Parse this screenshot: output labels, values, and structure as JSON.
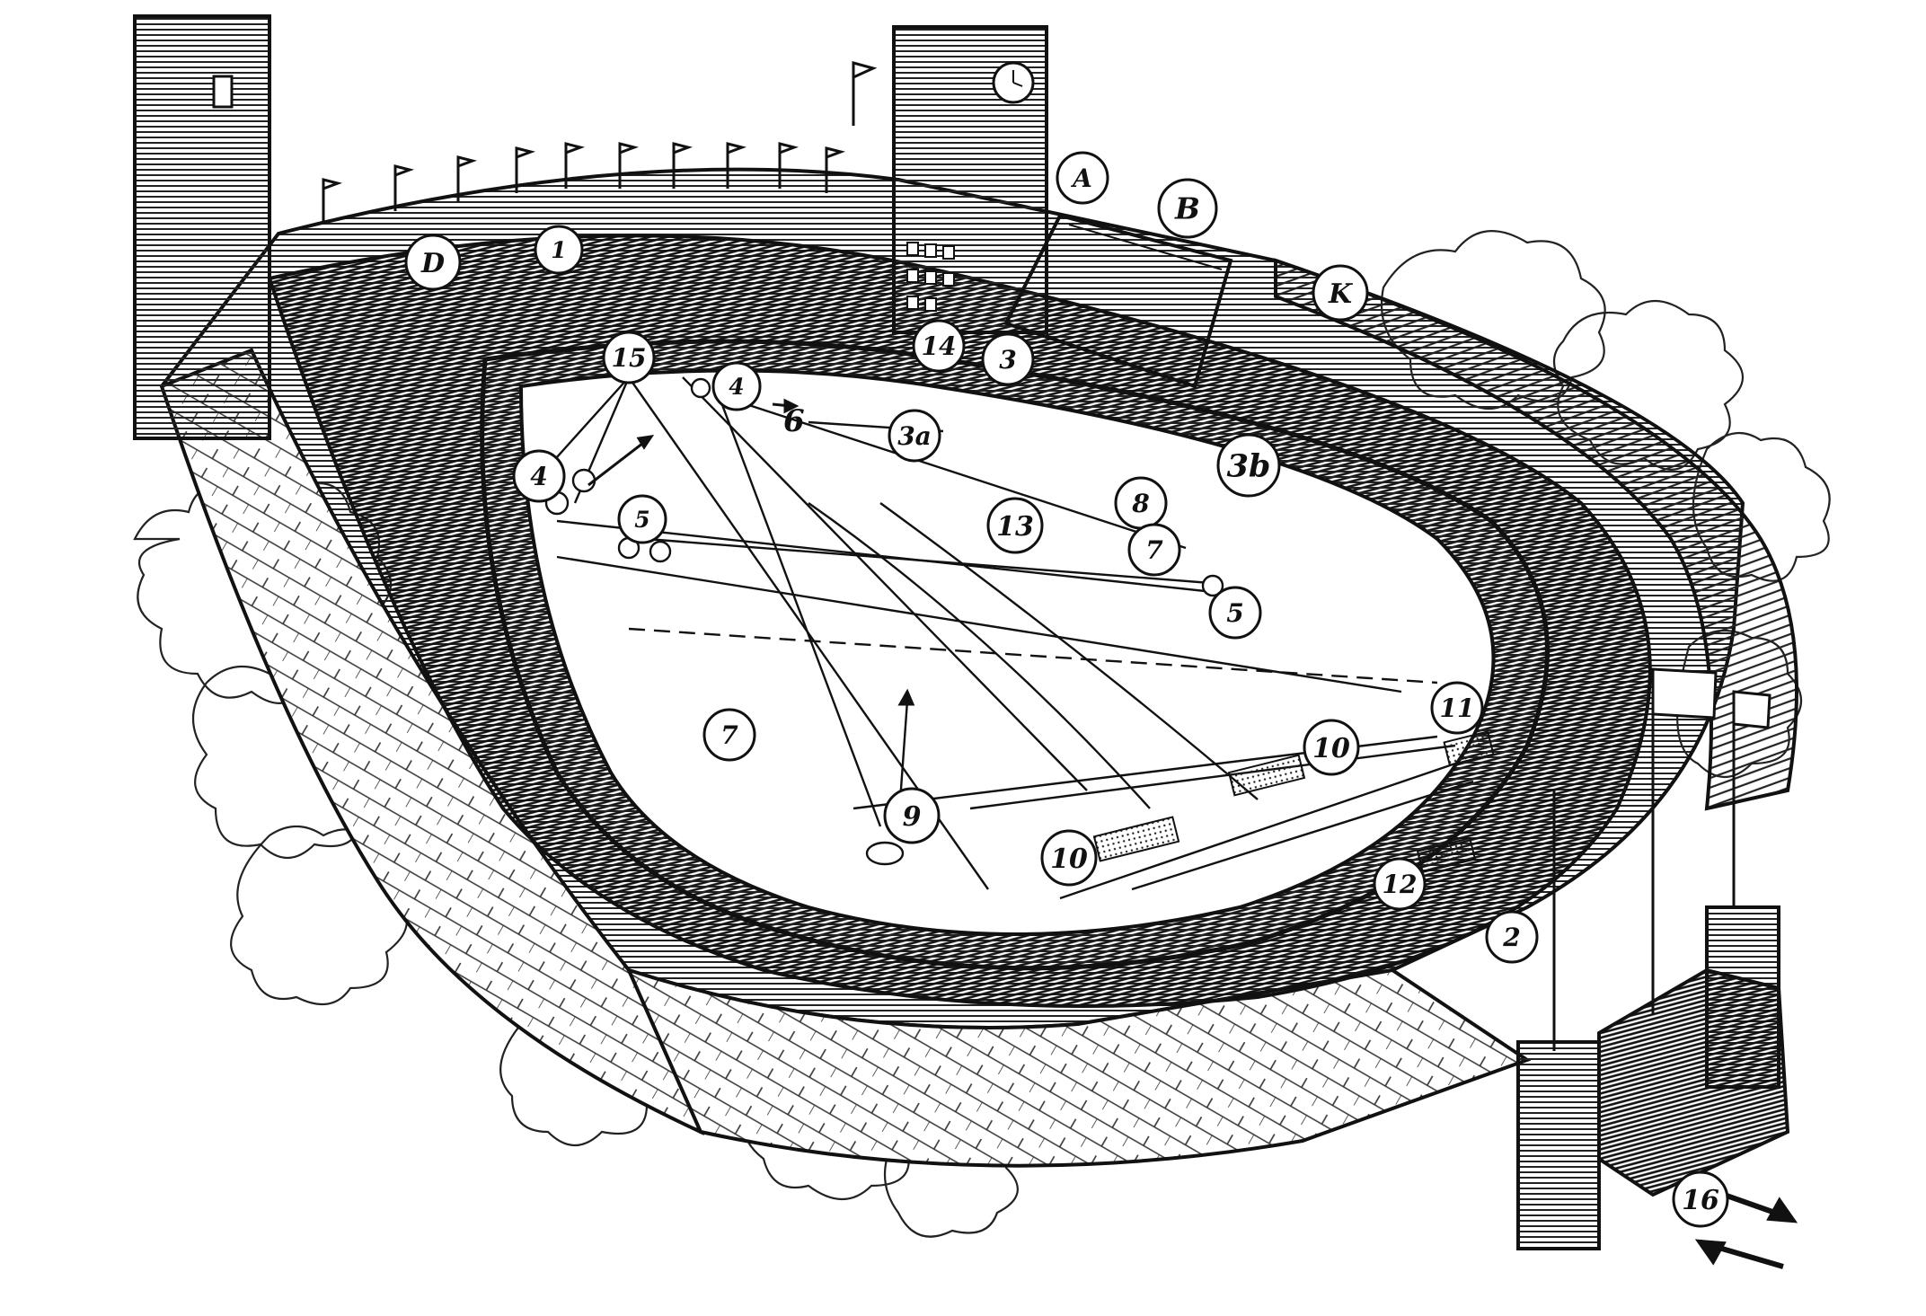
{
  "labels": [
    {
      "id": "A",
      "text": "A"
    },
    {
      "id": "B",
      "text": "B"
    },
    {
      "id": "D",
      "text": "D"
    },
    {
      "id": "K",
      "text": "K"
    },
    {
      "id": "15",
      "text": "15"
    },
    {
      "id": "14",
      "text": "14"
    },
    {
      "id": "3",
      "text": "3"
    },
    {
      "id": "4a",
      "text": "4"
    },
    {
      "id": "4b",
      "text": "4"
    },
    {
      "id": "3a",
      "text": "3a"
    },
    {
      "id": "3b",
      "text": "3b"
    },
    {
      "id": "5a",
      "text": "5"
    },
    {
      "id": "5b",
      "text": "5"
    },
    {
      "id": "13",
      "text": "13"
    },
    {
      "id": "8",
      "text": "8"
    },
    {
      "id": "7a",
      "text": "7"
    },
    {
      "id": "7b",
      "text": "7"
    },
    {
      "id": "9",
      "text": "9"
    },
    {
      "id": "10a",
      "text": "10"
    },
    {
      "id": "10b",
      "text": "10"
    },
    {
      "id": "11",
      "text": "11"
    },
    {
      "id": "12",
      "text": "12"
    },
    {
      "id": "2",
      "text": "2"
    },
    {
      "id": "16",
      "text": "16"
    },
    {
      "id": "1",
      "text": "1"
    }
  ],
  "free_text": {
    "six": "6"
  },
  "colors": {
    "ink": "#151515",
    "paper": "#ffffff",
    "hatch": "#2a2a2a"
  }
}
